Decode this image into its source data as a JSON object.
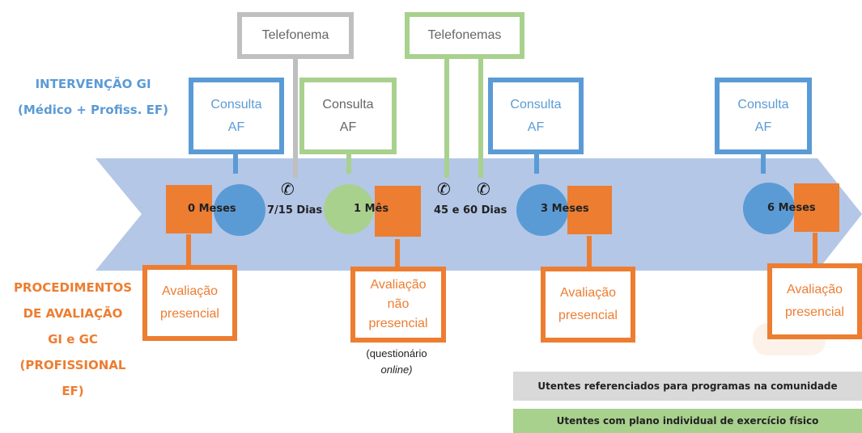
{
  "labels": {
    "gi_line1": "INTERVENÇÃO GI",
    "gi_line2": "(Médico + Profiss. EF)",
    "proc_lines": [
      "PROCEDIMENTOS",
      "DE AVALIAÇÃO",
      "GI e GC",
      "(PROFISSIONAL",
      "EF)"
    ]
  },
  "top_boxes": {
    "telefonema": "Telefonema",
    "telefonemas": "Telefonemas",
    "consulta_af_line1": "Consulta",
    "consulta_af_line2": "AF"
  },
  "milestones": {
    "m0": "0 Meses",
    "d7_15": "7/15 Dias",
    "m1": "1 Mês",
    "d45_60": "45 e 60 Dias",
    "m3": "3 Meses",
    "m6": "6 Meses"
  },
  "bottom_boxes": {
    "presencial_line1": "Avaliação",
    "presencial_line2": "presencial",
    "nao_line1": "Avaliação",
    "nao_line2": "não",
    "nao_line3": "presencial",
    "note_line1": "(questionário",
    "note_line2": "online)"
  },
  "legend": {
    "gray_text": "Utentes referenciados para programas na comunidade",
    "green_text": "Utentes com plano individual de exercício físico"
  },
  "icons": {
    "phone": "phone-icon"
  },
  "colors": {
    "blue": "#5b9bd5",
    "green": "#a9d18e",
    "gray": "#bfbfbf",
    "orange": "#ed7d31",
    "arrow": "#b4c7e7"
  }
}
